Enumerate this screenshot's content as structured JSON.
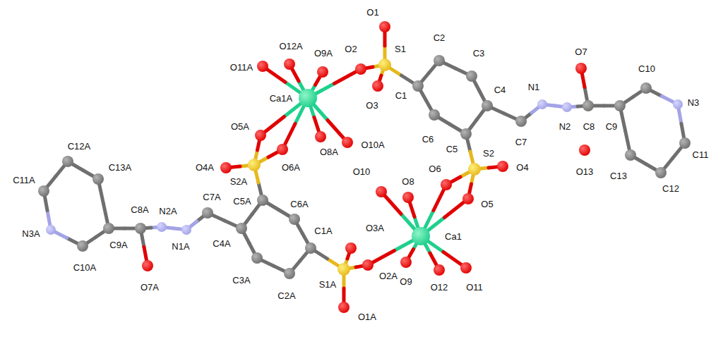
{
  "diagram": {
    "labels": [
      "O1",
      "O12A",
      "O9A",
      "O2",
      "S1",
      "C2",
      "C3",
      "O7",
      "C10",
      "N3",
      "O11A",
      "Ca1A",
      "C1",
      "O3",
      "C4",
      "N1",
      "N2",
      "C8",
      "C9",
      "C7",
      "O13",
      "C13",
      "C12",
      "C11",
      "C6",
      "O5A",
      "O6A",
      "O8A",
      "O10A",
      "O4A",
      "S2A",
      "C5A",
      "C6A",
      "S2",
      "O6",
      "O4",
      "C5",
      "O8",
      "O10",
      "C7A",
      "N2A",
      "C8A",
      "C12A",
      "C13A",
      "C11A",
      "C4A",
      "O3A",
      "Ca1",
      "O5",
      "N1A",
      "N3A",
      "C9A",
      "O2A",
      "O9",
      "O12",
      "O11",
      "C1A",
      "C3A",
      "C10A",
      "O7A",
      "C2A",
      "S1A",
      "O1A"
    ]
  }
}
